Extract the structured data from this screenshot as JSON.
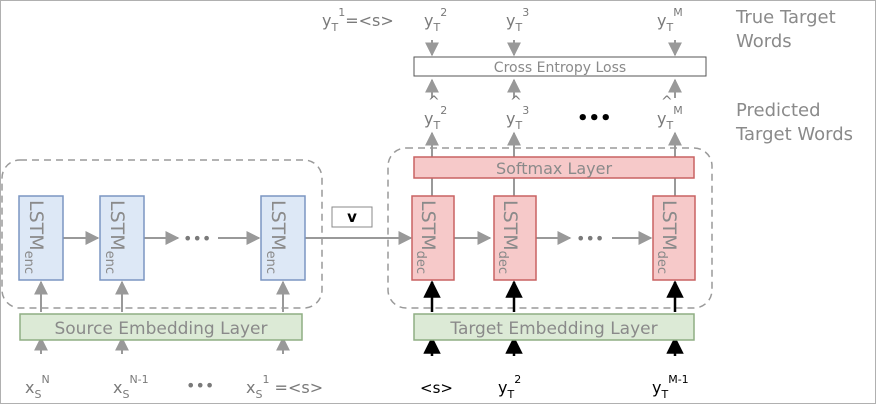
{
  "colors": {
    "encoder_fill": "#dde8f6",
    "encoder_stroke": "#7b96c2",
    "decoder_fill": "#f6c9c9",
    "decoder_stroke": "#c96262",
    "embedding_fill": "#dcead6",
    "embedding_stroke": "#8fae84",
    "arrow_gray": "#999999",
    "arrow_dark": "#000000",
    "dashed_group": "#9a9a9a"
  },
  "encoder": {
    "lstm_main": "LSTM",
    "lstm_sub": "enc",
    "ellipsis": "•••",
    "embedding_label": "Source Embedding Layer",
    "inputs": [
      {
        "base": "x",
        "sub": "S",
        "sup": "N",
        "suffix": ""
      },
      {
        "base": "x",
        "sub": "S",
        "sup": "N-1",
        "suffix": ""
      },
      {
        "base": "x",
        "sub": "S",
        "sup": "1",
        "suffix": " =<s>"
      }
    ],
    "input_ellipsis": "•••"
  },
  "context_vector": "v",
  "decoder": {
    "lstm_main": "LSTM",
    "lstm_sub": "dec",
    "ellipsis": "•••",
    "softmax_label": "Softmax Layer",
    "embedding_label": "Target Embedding Layer",
    "inputs": [
      {
        "base": "<s>",
        "sub": "",
        "sup": ""
      },
      {
        "base": "y",
        "sub": "T",
        "sup": "2"
      },
      {
        "base": "y",
        "sub": "T",
        "sup": "M-1"
      }
    ]
  },
  "predicted": {
    "items": [
      {
        "base": "y",
        "sub": "T",
        "sup": "2"
      },
      {
        "base": "y",
        "sub": "T",
        "sup": "3"
      },
      {
        "base": "y",
        "sub": "T",
        "sup": "M"
      }
    ],
    "hat": "^",
    "ellipsis": "•••",
    "side_label_line1": "Predicted",
    "side_label_line2": "Target Words"
  },
  "loss": {
    "label": "Cross Entropy Loss"
  },
  "true_target": {
    "first": {
      "base": "y",
      "sub": "T",
      "sup": "1",
      "suffix": "=<s>"
    },
    "items": [
      {
        "base": "y",
        "sub": "T",
        "sup": "2"
      },
      {
        "base": "y",
        "sub": "T",
        "sup": "3"
      },
      {
        "base": "y",
        "sub": "T",
        "sup": "M"
      }
    ],
    "side_label_line1": "True Target",
    "side_label_line2": "Words"
  }
}
